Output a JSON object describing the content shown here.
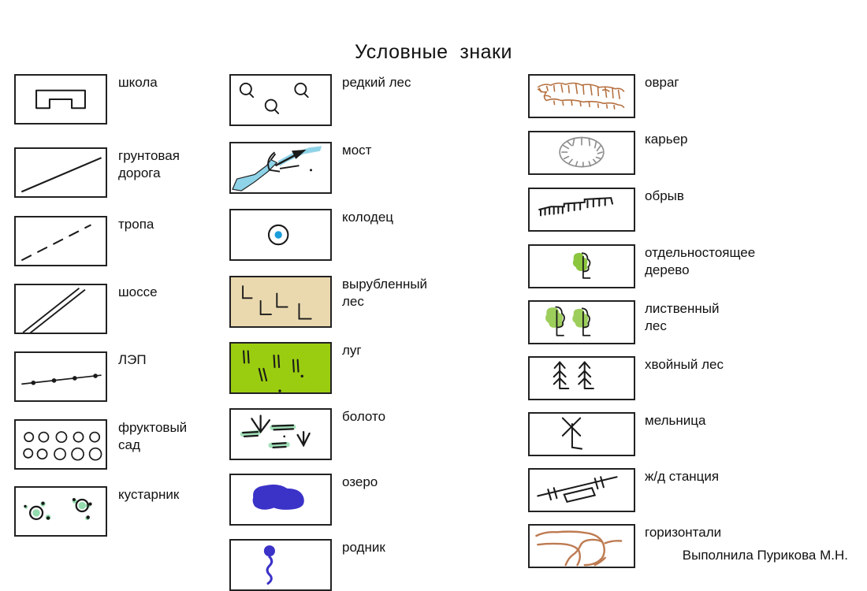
{
  "title": "Условные  знаки",
  "footer": "Выполнила Пурикова М.Н.",
  "colors": {
    "ink": "#1a1a1a",
    "box_border": "#222222",
    "water_blue": "#8ED3E8",
    "lake_blue": "#3b32c8",
    "well_blue": "#1a9edb",
    "meadow_green": "#9ACD10",
    "clearcut_tan": "#EAD9AF",
    "tree_green": "#8CC63F",
    "bush_green": "#5ec47a",
    "ravine_brown": "#B5703F",
    "contour_brown": "#BE7B52",
    "quarry_gray": "#8f8f8f",
    "swamp_green": "#3aa655"
  },
  "columns": [
    {
      "id": "col-1",
      "rows": [
        {
          "label": "школа",
          "icon": "school-icon",
          "gap_below": 29
        },
        {
          "label": "грунтовая\nдорога",
          "icon": "dirt-road-icon",
          "gap_below": 23
        },
        {
          "label": "тропа",
          "icon": "trail-icon",
          "gap_below": 22
        },
        {
          "label": "шоссе",
          "icon": "highway-icon",
          "gap_below": 22
        },
        {
          "label": "ЛЭП",
          "icon": "power-line-icon",
          "gap_below": 22
        },
        {
          "label": "фруктовый\nсад",
          "icon": "orchard-icon",
          "gap_below": 21
        },
        {
          "label": "кустарник",
          "icon": "shrub-icon",
          "gap_below": 0
        }
      ]
    },
    {
      "id": "col-2",
      "rows": [
        {
          "label": "редкий лес",
          "icon": "sparse-forest-icon",
          "gap_below": 20
        },
        {
          "label": "мост",
          "icon": "bridge-icon",
          "gap_below": 19
        },
        {
          "label": "колодец",
          "icon": "well-icon",
          "gap_below": 19
        },
        {
          "label": "вырубленный\n лес",
          "icon": "clearcut-forest-icon",
          "gap_below": 18
        },
        {
          "label": "луг",
          "icon": "meadow-icon",
          "gap_below": 18
        },
        {
          "label": "болото",
          "icon": "swamp-icon",
          "gap_below": 17
        },
        {
          "label": "озеро",
          "icon": "lake-icon",
          "gap_below": 17
        },
        {
          "label": "родник",
          "icon": "spring-icon",
          "gap_below": 0
        }
      ]
    },
    {
      "id": "col-3",
      "rows": [
        {
          "label": "овраг",
          "icon": "ravine-icon",
          "gap_below": 16
        },
        {
          "label": "карьер",
          "icon": "quarry-icon",
          "gap_below": 16
        },
        {
          "label": "обрыв",
          "icon": "cliff-icon",
          "gap_below": 16
        },
        {
          "label": "отдельностоящее\n дерево",
          "icon": "single-tree-icon",
          "gap_below": 15
        },
        {
          "label": "лиственный\nлес",
          "icon": "deciduous-forest-icon",
          "gap_below": 15
        },
        {
          "label": "хвойный лес",
          "icon": "coniferous-forest-icon",
          "gap_below": 15
        },
        {
          "label": "мельница",
          "icon": "windmill-icon",
          "gap_below": 15
        },
        {
          "label": "ж/д станция",
          "icon": "railway-station-icon",
          "gap_below": 15
        },
        {
          "label": "горизонтали",
          "icon": "contour-lines-icon",
          "gap_below": 0
        }
      ]
    }
  ]
}
